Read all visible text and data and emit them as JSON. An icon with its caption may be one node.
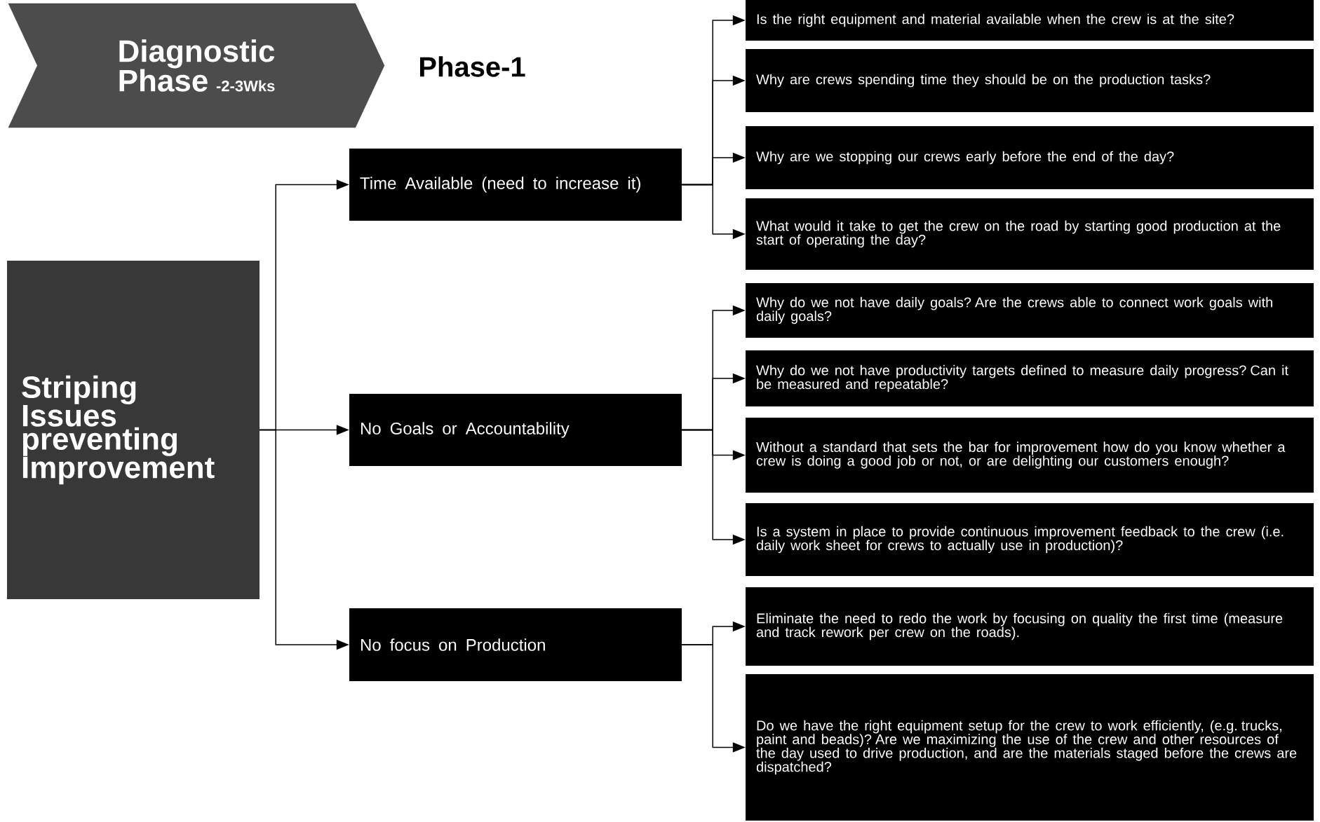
{
  "diagram": {
    "nodes": [
      {
        "text": [
          "Diagnostic Phase",
          "-2-3Wks"
        ]
      },
      {
        "text": [
          "Striping Issues preventing Improvement"
        ]
      },
      {
        "text": [
          "Time Available (need to increase it)"
        ]
      },
      {
        "text": [
          "No Goals or Accountability"
        ]
      },
      {
        "text": [
          "No focus on Production"
        ]
      },
      {
        "text": [
          "Is the right equipment and material available when the crew is at the site?"
        ]
      },
      {
        "text": [
          "Why are crews spending time they should be on the production tasks?"
        ]
      },
      {
        "text": [
          "Why are we stopping our crews early before the end of the day?"
        ]
      },
      {
        "text": [
          "What would it take to get the crew on the road by starting good production at the start of operating the day?"
        ]
      },
      {
        "text": [
          "Why do we not have daily goals? Are the crews able to connect work goals with daily goals?"
        ]
      },
      {
        "text": [
          "Why do we not have productivity targets defined to measure daily progress? Can it be measured and repeatable?"
        ]
      },
      {
        "text": [
          "Without a standard that sets the bar for improvement how do you know whether a crew is doing a good job or not, or are delighting our customers enough?"
        ]
      },
      {
        "text": [
          "Is a system in place to provide continuous improvement feedback to the crew (i.e. daily work sheet for crews to actually use in production)?"
        ]
      },
      {
        "text": [
          "Eliminate the need to redo the work by focusing on quality the first time (measure and track rework per crew on the roads)."
        ]
      },
      {
        "text": [
          "Do we have the right equipment setup for the crew to work efficiently, (e.g. trucks, paint and beads)? Are we maximizing the use of the crew and other resources of the day used to drive production, and are the materials staged before the crews are dispatched?"
        ]
      }
    ],
    "edges": [
      {
        "from": 1,
        "to": 2,
        "arrow": "to"
      },
      {
        "from": 1,
        "to": 3,
        "arrow": "to"
      },
      {
        "from": 1,
        "to": 4,
        "arrow": "to"
      },
      {
        "from": 2,
        "to": 5,
        "arrow": "to"
      },
      {
        "from": 2,
        "to": 6,
        "arrow": "to"
      },
      {
        "from": 2,
        "to": 7,
        "arrow": "to"
      },
      {
        "from": 2,
        "to": 8,
        "arrow": "to"
      },
      {
        "from": 3,
        "to": 9,
        "arrow": "to"
      },
      {
        "from": 3,
        "to": 10,
        "arrow": "to"
      },
      {
        "from": 3,
        "to": 11,
        "arrow": "to"
      },
      {
        "from": 3,
        "to": 12,
        "arrow": "to"
      },
      {
        "from": 4,
        "to": 13,
        "arrow": "to"
      },
      {
        "from": 4,
        "to": 14,
        "arrow": "to"
      }
    ],
    "labels": [
      "Phase-1"
    ]
  }
}
